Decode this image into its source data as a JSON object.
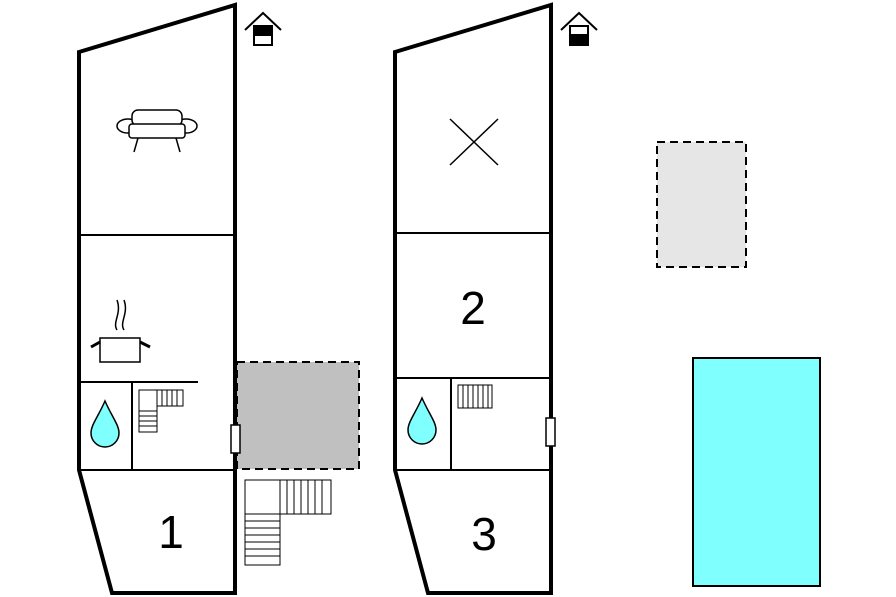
{
  "floor_plan": {
    "levels": [
      {
        "level_icon": "house-ground-floor-icon",
        "room_labels": [
          "1"
        ]
      },
      {
        "level_icon": "house-upper-floor-icon",
        "room_labels": [
          "2",
          "3"
        ]
      }
    ],
    "icons": [
      "sofa-icon",
      "cooking-pot-icon",
      "water-drop-icon",
      "stairs-icon",
      "cross-mark-icon",
      "door-icon"
    ],
    "colors": {
      "wall": "#000000",
      "terrace": "#c0c0c0",
      "outdoor_area": "#e6e6e6",
      "pool": "#80ffff",
      "water_drop": "#80ffff"
    }
  }
}
